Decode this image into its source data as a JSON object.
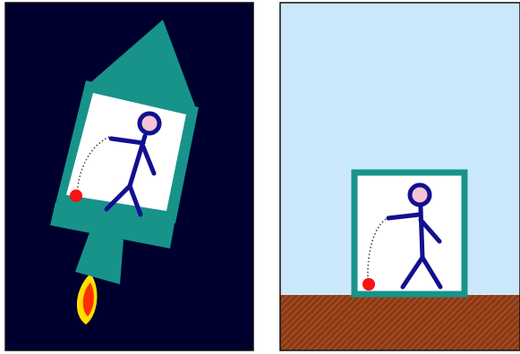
{
  "panels": [
    {
      "id": "rocket-scene",
      "background": "#00002e",
      "elements": [
        "rocket",
        "window",
        "stick-figure",
        "dropped-ball",
        "ball-trajectory",
        "exhaust-flame"
      ]
    },
    {
      "id": "room-scene",
      "background": "#cbe8fa",
      "elements": [
        "room-box",
        "stick-figure",
        "dropped-ball",
        "ball-trajectory",
        "ground"
      ]
    }
  ],
  "colors": {
    "space": "#00002e",
    "sky": "#cbe8fa",
    "rocket_body": "#17938a",
    "window": "#ffffff",
    "stick_figure": "#12108f",
    "head": "#f6c4d4",
    "ball": "#ff1010",
    "flame_outer": "#ffe000",
    "flame_inner": "#ff3000",
    "ground": "#8b3a16",
    "ground_hatch": "#b35a2a",
    "panel_border": "#111111"
  },
  "icons": [
    "rocket-icon",
    "stick-figure-icon",
    "ball-icon",
    "flame-icon"
  ]
}
